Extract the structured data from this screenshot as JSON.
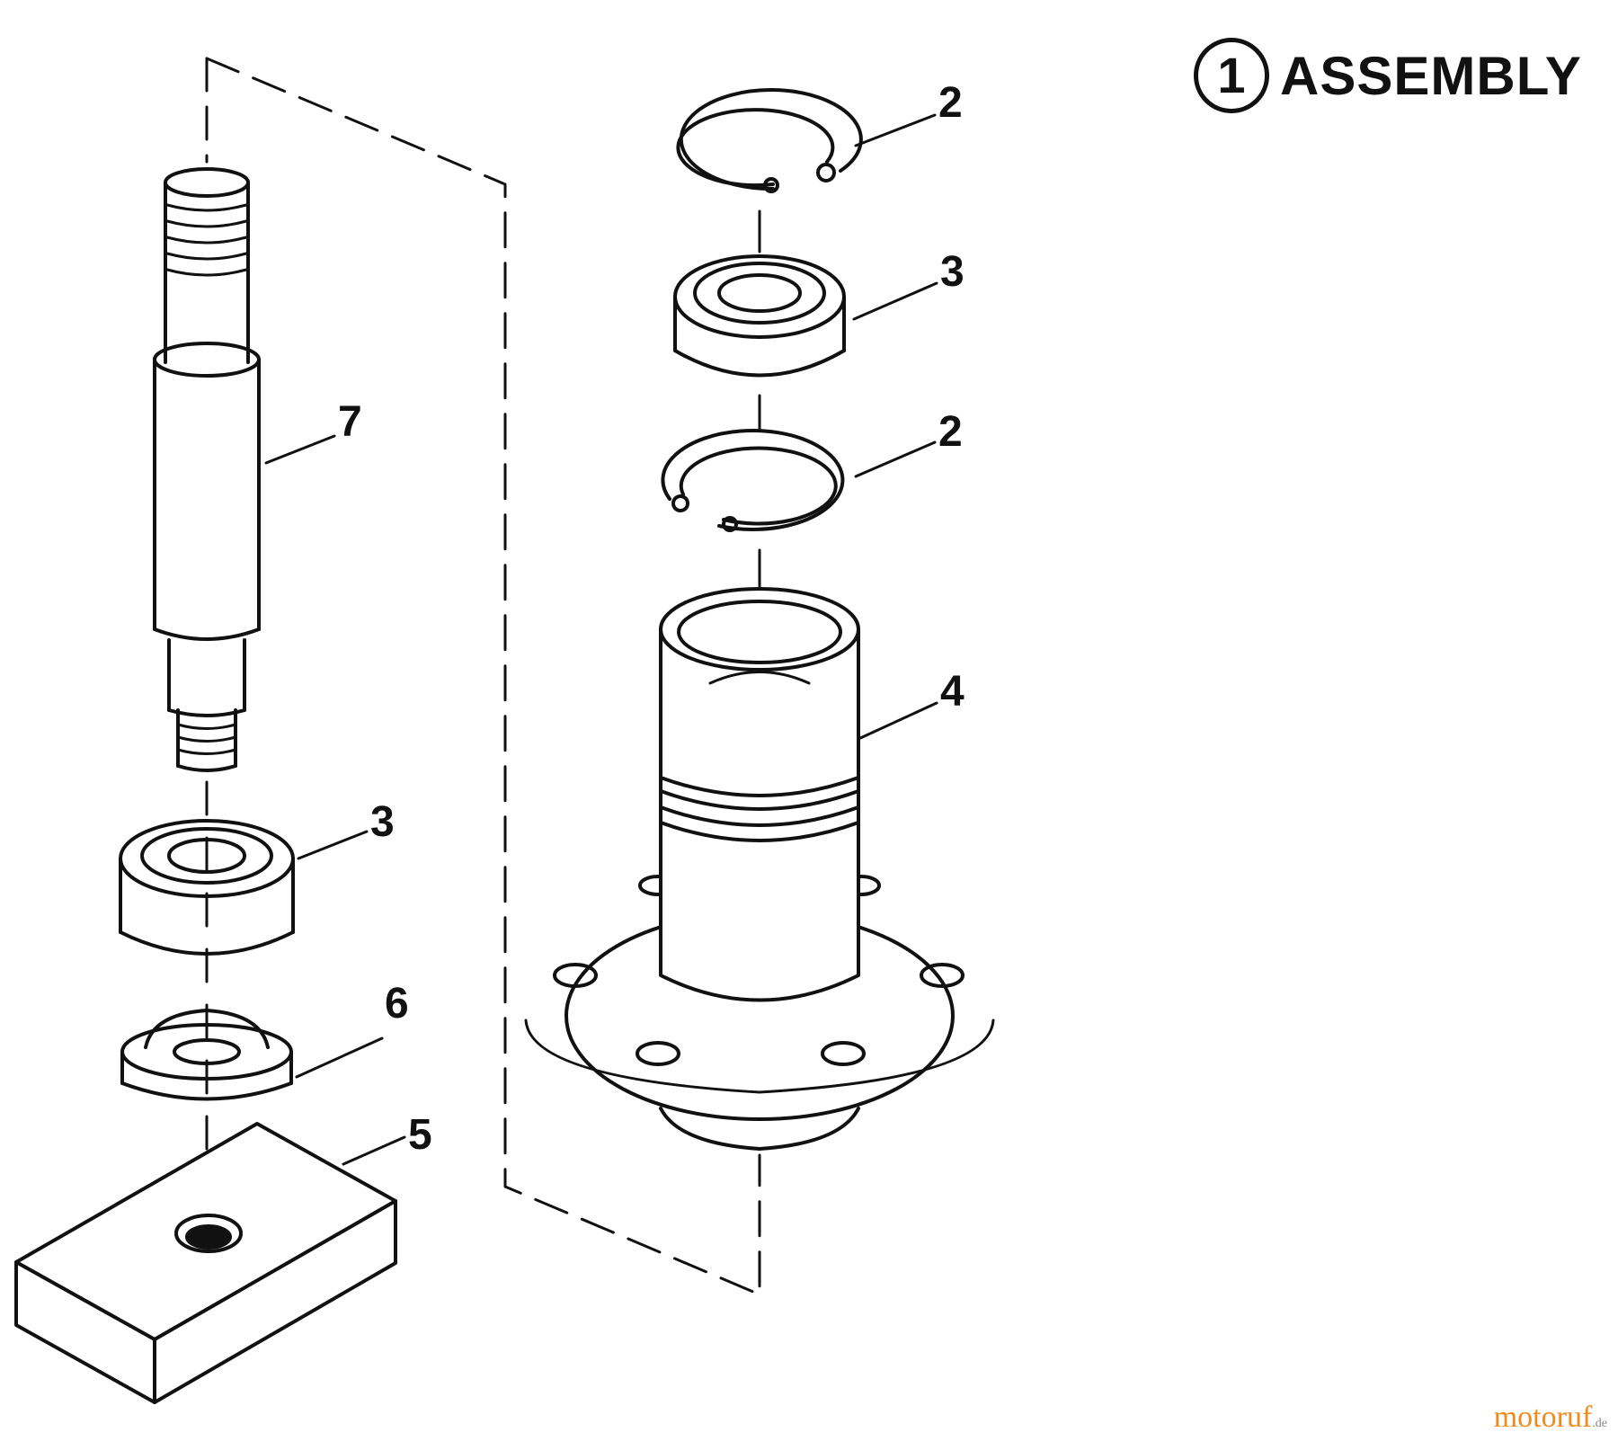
{
  "title": {
    "number": "1",
    "label": "ASSEMBLY"
  },
  "callouts": {
    "ring_top": "2",
    "bearing_top": "3",
    "ring_lower": "2",
    "spindle_housing": "4",
    "shaft": "7",
    "bearing_lower": "3",
    "spacer": "6",
    "plate": "5"
  },
  "watermark": {
    "name": "motoruf",
    "tld": ".de"
  }
}
